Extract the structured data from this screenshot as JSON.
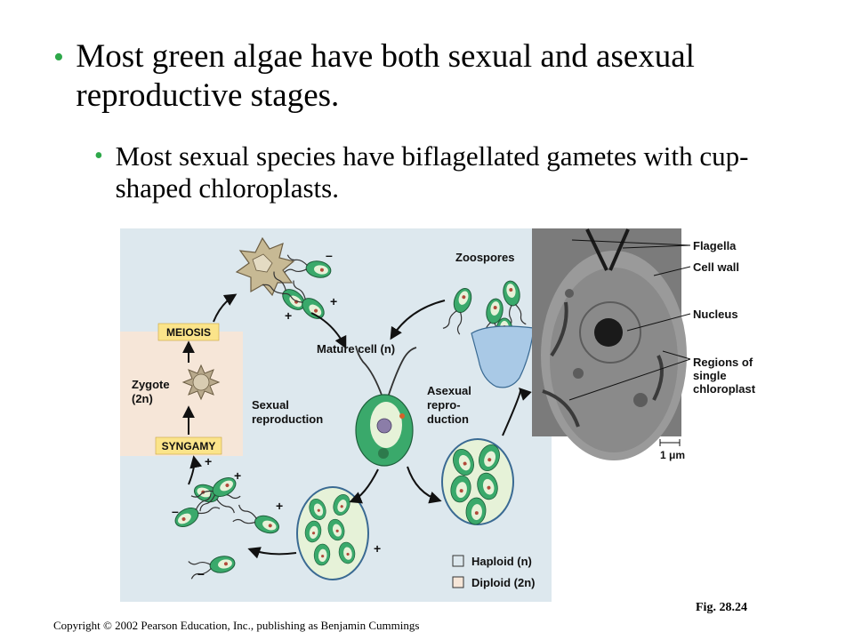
{
  "slide": {
    "bullet_1": "Most green algae have both sexual and asexual reproductive stages.",
    "bullet_2": "Most sexual species have biflagellated gametes with cup-shaped chloroplasts."
  },
  "figure": {
    "labels": {
      "meiosis": "MEIOSIS",
      "syngamy": "SYNGAMY",
      "zygote_line1": "Zygote",
      "zygote_line2": "(2n)",
      "sexual_line1": "Sexual",
      "sexual_line2": "reproduction",
      "asexual_line1": "Asexual",
      "asexual_line2": "repro-",
      "asexual_line3": "duction",
      "mature_cell": "Mature cell (n)",
      "zoospores": "Zoospores",
      "haploid": "Haploid (n)",
      "diploid": "Diploid (2n)",
      "plus": "+",
      "minus": "–"
    },
    "micrograph_labels": {
      "flagella": "Flagella",
      "cell_wall": "Cell wall",
      "nucleus": "Nucleus",
      "regions_line1": "Regions of",
      "regions_line2": "single",
      "regions_line3": "chloroplast",
      "scale": "1 μm"
    },
    "colors": {
      "panel_bg": "#dde8ee",
      "diploid_bg": "#f6e6d8",
      "label_yellow": "#fbe48a",
      "chloroplast_green": "#3aa96b",
      "cell_fill": "#e6f2d8",
      "micrograph": "#7b7b7b"
    }
  },
  "footer": {
    "fig_ref": "Fig. 28.24",
    "copyright": "Copyright © 2002 Pearson Education, Inc., publishing as Benjamin Cummings"
  }
}
